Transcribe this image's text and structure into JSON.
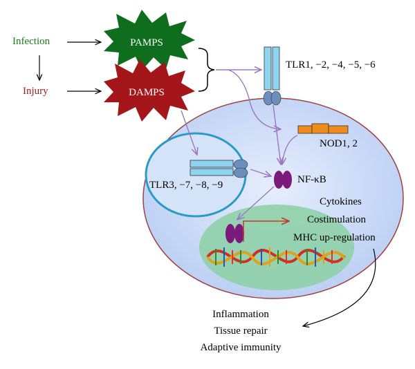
{
  "inputs": {
    "infection": "Infection",
    "injury": "Injury"
  },
  "signals": {
    "pamps": "PAMPS",
    "damps": "DAMPS"
  },
  "receptors": {
    "tlr_surface": "TLR1, −2, −4, −5, −6",
    "nod": "NOD1, 2",
    "tlr_endosome": "TLR3, −7, −8, −9"
  },
  "transcription_factor": "NF-κB",
  "gene_outputs": [
    "Cytokines",
    "Costimulation",
    "MHC up-regulation"
  ],
  "outcomes": [
    "Inflammation",
    "Tissue repair",
    "Adaptive immunity"
  ],
  "colors": {
    "infection_text": "#1a7a1a",
    "injury_text": "#a01c1c",
    "pamps_fill": "#0e6e1e",
    "damps_fill": "#a5161a",
    "cell_fill": "#c9d9f7",
    "cell_border": "#a04040",
    "endosome_border": "#2a9ac8",
    "nucleus_fill": "#8fd0a8",
    "receptor_fill": "#8ed4f0",
    "nod_fill": "#f08c1c",
    "nfkb_fill": "#7a1a7a",
    "pathway_arrow": "#9a78c2",
    "transcription_arrow": "#c0392b"
  }
}
